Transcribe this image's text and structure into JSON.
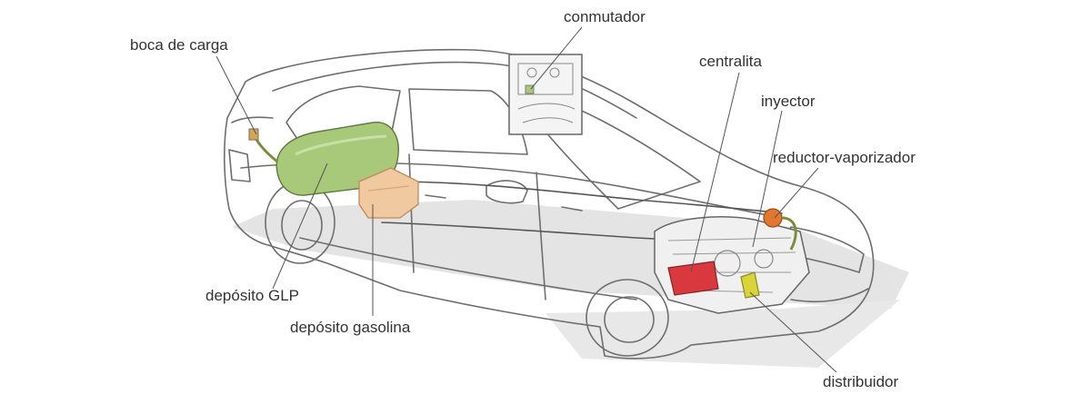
{
  "labels": {
    "boca_de_carga": "boca de carga",
    "conmutador": "conmutador",
    "centralita": "centralita",
    "inyector": "inyector",
    "reductor_vaporizador": "reductor-vaporizador",
    "deposito_glp": "depósito GLP",
    "deposito_gasolina": "depósito gasolina",
    "distribuidor": "distribuidor"
  },
  "colors": {
    "outline": "#6e6e6e",
    "glp_tank": "#a9c97a",
    "gasoline_tank": "#f1c9a0",
    "ecu": "#d9393e",
    "reducer": "#e2782f",
    "distributor": "#d8d43a",
    "hose": "#7b8c3c",
    "shadow": "#e4e4e4",
    "leader": "#555555"
  }
}
